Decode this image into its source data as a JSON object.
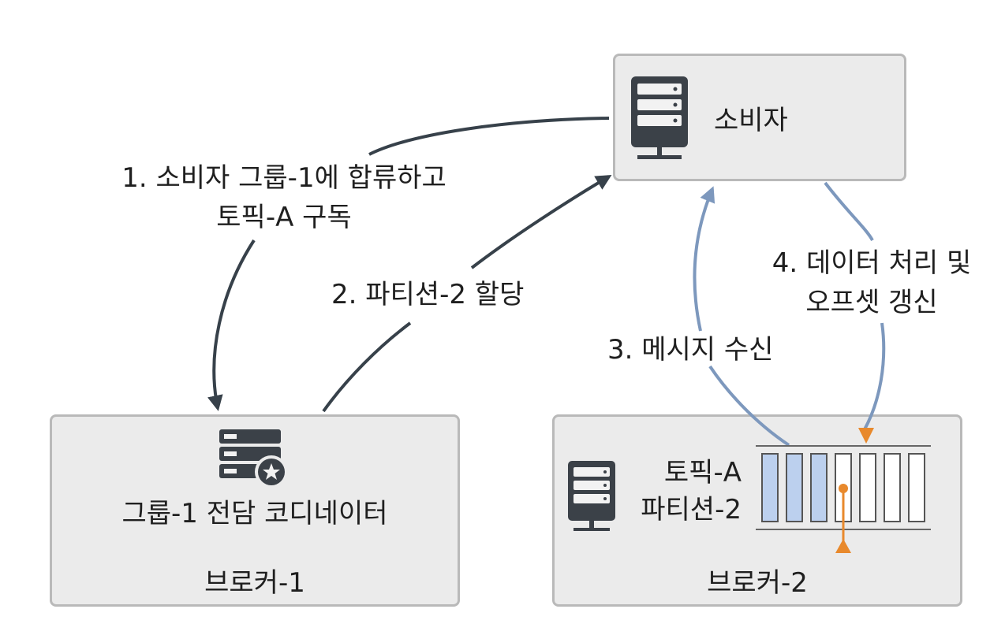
{
  "nodes": {
    "consumer": {
      "label": "소비자",
      "icon": "server-icon"
    },
    "broker1": {
      "label": "브로커-1",
      "coordinator_label": "그룹-1 전담 코디네이터",
      "icon": "server-star-icon"
    },
    "broker2": {
      "label": "브로커-2",
      "topic_label": "토픽-A",
      "partition_label": "파티션-2",
      "icon": "server-icon",
      "partition_slots_total": 7,
      "partition_slots_filled": 3
    }
  },
  "edges": {
    "step1": {
      "line1": "1. 소비자 그룹-1에 합류하고",
      "line2": "토픽-A 구독"
    },
    "step2": {
      "label": "2. 파티션-2 할당"
    },
    "step3": {
      "label": "3. 메시지 수신"
    },
    "step4": {
      "line1": "4. 데이터 처리 및",
      "line2": "오프셋 갱신"
    }
  },
  "colors": {
    "dark_arrow": "#37414a",
    "blue_arrow": "#7d98bd",
    "orange_marker": "#e8892c",
    "filled_slot": "#bcd0ee",
    "box_fill": "#ebebeb",
    "box_border": "#b9b9b9"
  }
}
